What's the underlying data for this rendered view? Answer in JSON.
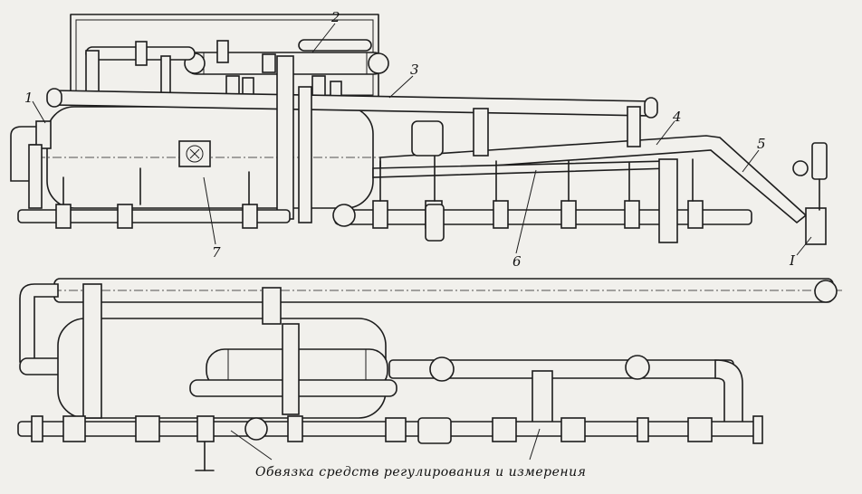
{
  "labels": {
    "l1": "1",
    "l2": "2",
    "l3": "3",
    "l4": "4",
    "l5": "5",
    "l6": "6",
    "l7": "7",
    "detail": "I"
  },
  "caption": "Обвязка  средств регулирования и измерения",
  "colors": {
    "paper": "#f1f0ec",
    "ink": "#1d1d1d"
  }
}
